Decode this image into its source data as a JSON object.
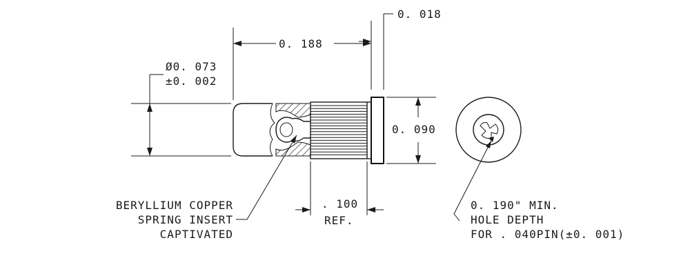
{
  "dimensions": {
    "flange_thickness": "0. 018",
    "overall_length": "0. 188",
    "diameter_line1": "Ø0. 073",
    "diameter_line2": "±0. 002",
    "flange_height": "0. 090",
    "knurl_length_line1": ". 100",
    "knurl_length_line2": "REF."
  },
  "notes": {
    "insert_line1": "BERYLLIUM COPPER",
    "insert_line2": "SPRING INSERT",
    "insert_line3": "CAPTIVATED",
    "hole_line1": "0. 190\" MIN.",
    "hole_line2": "HOLE DEPTH",
    "hole_line3": "FOR . 040PIN(±0. 001)"
  },
  "colors": {
    "ink": "#1a1a1a",
    "paper": "#ffffff"
  }
}
